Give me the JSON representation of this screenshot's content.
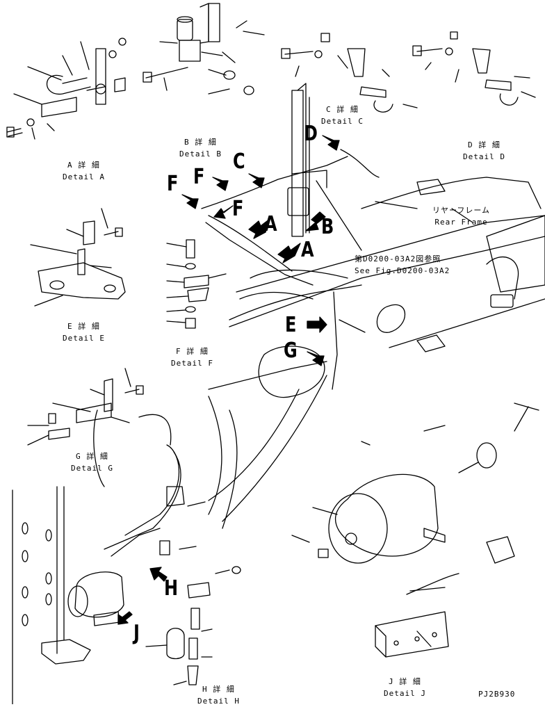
{
  "details": {
    "a": {
      "jp": "A 詳 細",
      "en": "Detail A"
    },
    "b": {
      "jp": "B 詳 細",
      "en": "Detail B"
    },
    "c": {
      "jp": "C 詳 細",
      "en": "Detail C"
    },
    "d": {
      "jp": "D 詳 細",
      "en": "Detail D"
    },
    "e": {
      "jp": "E 詳 細",
      "en": "Detail E"
    },
    "f": {
      "jp": "F 詳 細",
      "en": "Detail F"
    },
    "g": {
      "jp": "G 詳 細",
      "en": "Detail G"
    },
    "h": {
      "jp": "H 詳 細",
      "en": "Detail H"
    },
    "j": {
      "jp": "J 詳 細",
      "en": "Detail J"
    }
  },
  "callouts": {
    "a1": "A",
    "a2": "A",
    "b": "B",
    "c": "C",
    "d": "D",
    "e": "E",
    "f1": "F",
    "f2": "F",
    "f3": "F",
    "g": "G",
    "h": "H",
    "j": "J"
  },
  "rear_frame": {
    "jp": "リヤーフレーム",
    "en": "Rear Frame"
  },
  "see_fig": {
    "jp": "第D0200-03A2図参照",
    "en": "See Fig.D0200-03A2"
  },
  "drawing_code": "PJ2B930"
}
